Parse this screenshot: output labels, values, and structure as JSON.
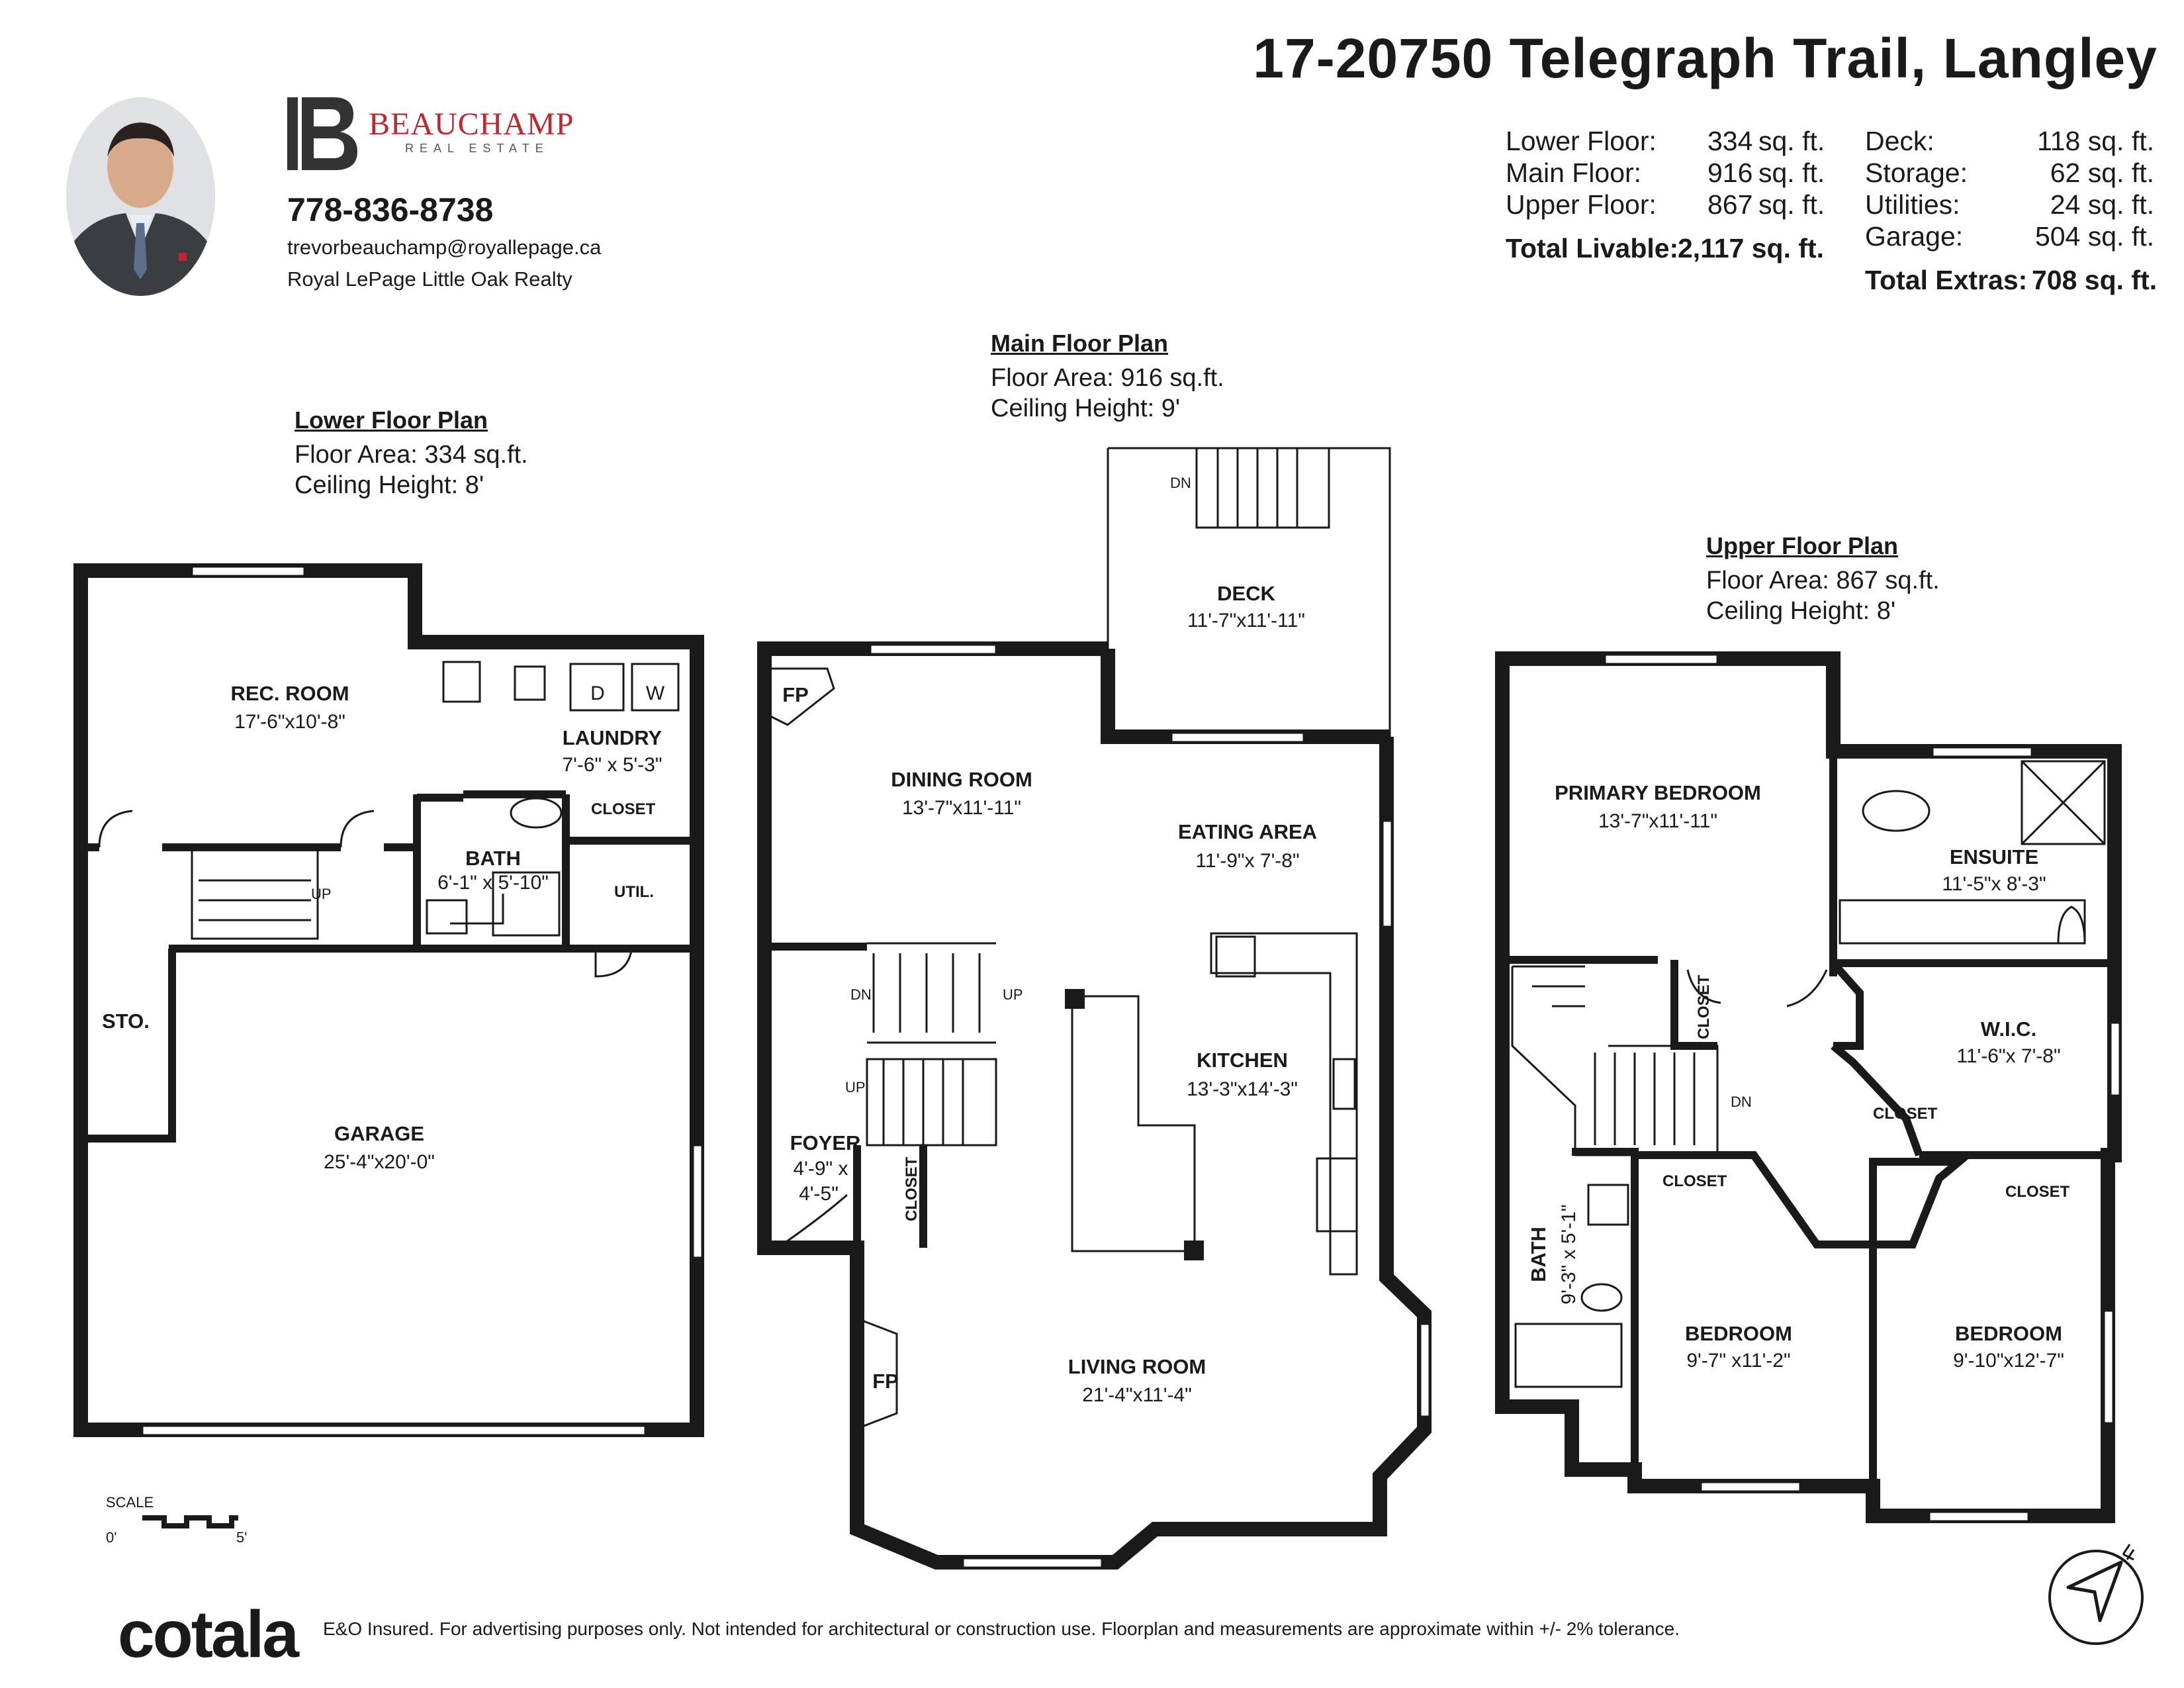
{
  "header": {
    "address": "17-20750 Telegraph Trail, Langley"
  },
  "agent": {
    "brand": "BEAUCHAMP",
    "brand_sub": "REAL ESTATE",
    "phone": "778-836-8738",
    "email": "trevorbeauchamp@royallepage.ca",
    "brokerage": "Royal LePage Little Oak Realty"
  },
  "areas": {
    "livable": [
      {
        "label": "Lower Floor:",
        "value": "334",
        "unit": "sq. ft."
      },
      {
        "label": "Main Floor:",
        "value": "916",
        "unit": "sq. ft."
      },
      {
        "label": "Upper Floor:",
        "value": "867",
        "unit": "sq. ft."
      }
    ],
    "total_livable_label": "Total Livable:",
    "total_livable_value": "2,117 sq. ft.",
    "extras": [
      {
        "label": "Deck:",
        "value": "118 sq. ft."
      },
      {
        "label": "Storage:",
        "value": "62 sq. ft."
      },
      {
        "label": "Utilities:",
        "value": "24 sq. ft."
      },
      {
        "label": "Garage:",
        "value": "504 sq. ft."
      }
    ],
    "total_extras_label": "Total Extras:",
    "total_extras_value": "708 sq. ft."
  },
  "plans": {
    "lower": {
      "title": "Lower Floor Plan",
      "area": "Floor Area: 334 sq.ft.",
      "ceiling": "Ceiling Height: 8'"
    },
    "main": {
      "title": "Main Floor Plan",
      "area": "Floor Area: 916 sq.ft.",
      "ceiling": "Ceiling Height: 9'"
    },
    "upper": {
      "title": "Upper Floor Plan",
      "area": "Floor Area: 867 sq.ft.",
      "ceiling": "Ceiling Height: 8'"
    }
  },
  "rooms": {
    "rec_room": {
      "name": "REC. ROOM",
      "dims": "17'-6\"x10'-8\""
    },
    "laundry": {
      "name": "LAUNDRY",
      "dims": "7'-6\" x 5'-3\""
    },
    "lower_closet": {
      "name": "CLOSET"
    },
    "lower_bath": {
      "name": "BATH",
      "dims": "6'-1\" x 5'-10\""
    },
    "util": {
      "name": "UTIL."
    },
    "sto": {
      "name": "STO."
    },
    "garage": {
      "name": "GARAGE",
      "dims": "25'-4\"x20'-0\""
    },
    "deck": {
      "name": "DECK",
      "dims": "11'-7\"x11'-11\""
    },
    "dining": {
      "name": "DINING ROOM",
      "dims": "13'-7\"x11'-11\""
    },
    "eating": {
      "name": "EATING AREA",
      "dims": "11'-9\"x 7'-8\""
    },
    "kitchen": {
      "name": "KITCHEN",
      "dims": "13'-3\"x14'-3\""
    },
    "foyer": {
      "name": "FOYER",
      "dims1": "4'-9\" x",
      "dims2": "4'-5\""
    },
    "foyer_closet": {
      "name": "CLOSET"
    },
    "living": {
      "name": "LIVING ROOM",
      "dims": "21'-4\"x11'-4\""
    },
    "fp": {
      "name": "FP"
    },
    "primary": {
      "name": "PRIMARY BEDROOM",
      "dims": "13'-7\"x11'-11\""
    },
    "ensuite": {
      "name": "ENSUITE",
      "dims": "11'-5\"x 8'-3\""
    },
    "wic": {
      "name": "W.I.C.",
      "dims": "11'-6\"x 7'-8\""
    },
    "upper_closet_a": {
      "name": "CLOSET"
    },
    "upper_closet_b": {
      "name": "CLOSET"
    },
    "upper_closet_c": {
      "name": "CLOSET"
    },
    "upper_closet_d": {
      "name": "CLOSET"
    },
    "upper_bath": {
      "name": "BATH",
      "dims": "9'-3\" x 5'-1\""
    },
    "bedroom1": {
      "name": "BEDROOM",
      "dims": "9'-7\" x11'-2\""
    },
    "bedroom2": {
      "name": "BEDROOM",
      "dims": "9'-10\"x12'-7\""
    }
  },
  "stair_labels": {
    "up": "UP",
    "dn": "DN"
  },
  "appliance_labels": {
    "dryer": "D",
    "washer": "W"
  },
  "scale": {
    "label": "SCALE",
    "min": "0'",
    "max": "5'"
  },
  "footer": {
    "logo": "cotala",
    "disclaimer": "E&O Insured. For advertising purposes only. Not intended for architectural or construction use. Floorplan and measurements are approximate within +/- 2% tolerance."
  },
  "colors": {
    "brand_red": "#c5242f",
    "wall": "#1a1a1a",
    "text": "#1a1a1a"
  },
  "icons": [
    "compass-icon",
    "fireplace-icon",
    "stair-arrow-icon"
  ]
}
